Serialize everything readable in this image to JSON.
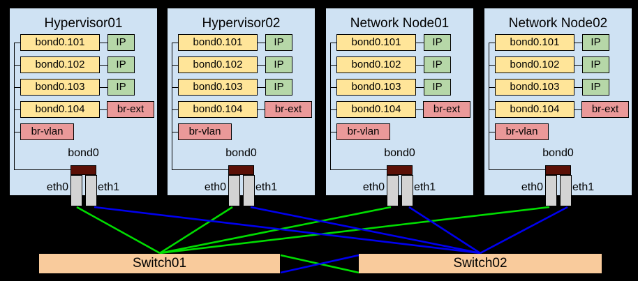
{
  "palette": {
    "background": "#000000",
    "node_fill": "#cfe2f3",
    "vlan_fill": "#ffe599",
    "ip_fill": "#b6d7a8",
    "bridge_fill": "#ea9999",
    "bond_fill": "#5b1006",
    "nic_fill": "#d3d3d3",
    "switch_fill": "#f9cb9c",
    "eth0_link_color": "#00dd00",
    "eth1_link_color": "#0000ee"
  },
  "nodes": [
    {
      "title": "Hypervisor01",
      "vlans": [
        "bond0.101",
        "bond0.102",
        "bond0.103",
        "bond0.104"
      ],
      "ips": [
        "IP",
        "IP",
        "IP"
      ],
      "br_ext": "br-ext",
      "br_vlan": "br-vlan",
      "bond": "bond0",
      "eth0": "eth0",
      "eth1": "eth1"
    },
    {
      "title": "Hypervisor02",
      "vlans": [
        "bond0.101",
        "bond0.102",
        "bond0.103",
        "bond0.104"
      ],
      "ips": [
        "IP",
        "IP",
        "IP"
      ],
      "br_ext": "br-ext",
      "br_vlan": "br-vlan",
      "bond": "bond0",
      "eth0": "eth0",
      "eth1": "eth1"
    },
    {
      "title": "Network Node01",
      "vlans": [
        "bond0.101",
        "bond0.102",
        "bond0.103",
        "bond0.104"
      ],
      "ips": [
        "IP",
        "IP",
        "IP"
      ],
      "br_ext": "br-ext",
      "br_vlan": "br-vlan",
      "bond": "bond0",
      "eth0": "eth0",
      "eth1": "eth1"
    },
    {
      "title": "Network Node02",
      "vlans": [
        "bond0.101",
        "bond0.102",
        "bond0.103",
        "bond0.104"
      ],
      "ips": [
        "IP",
        "IP",
        "IP"
      ],
      "br_ext": "br-ext",
      "br_vlan": "br-vlan",
      "bond": "bond0",
      "eth0": "eth0",
      "eth1": "eth1"
    }
  ],
  "switches": [
    {
      "label": "Switch01"
    },
    {
      "label": "Switch02"
    }
  ]
}
